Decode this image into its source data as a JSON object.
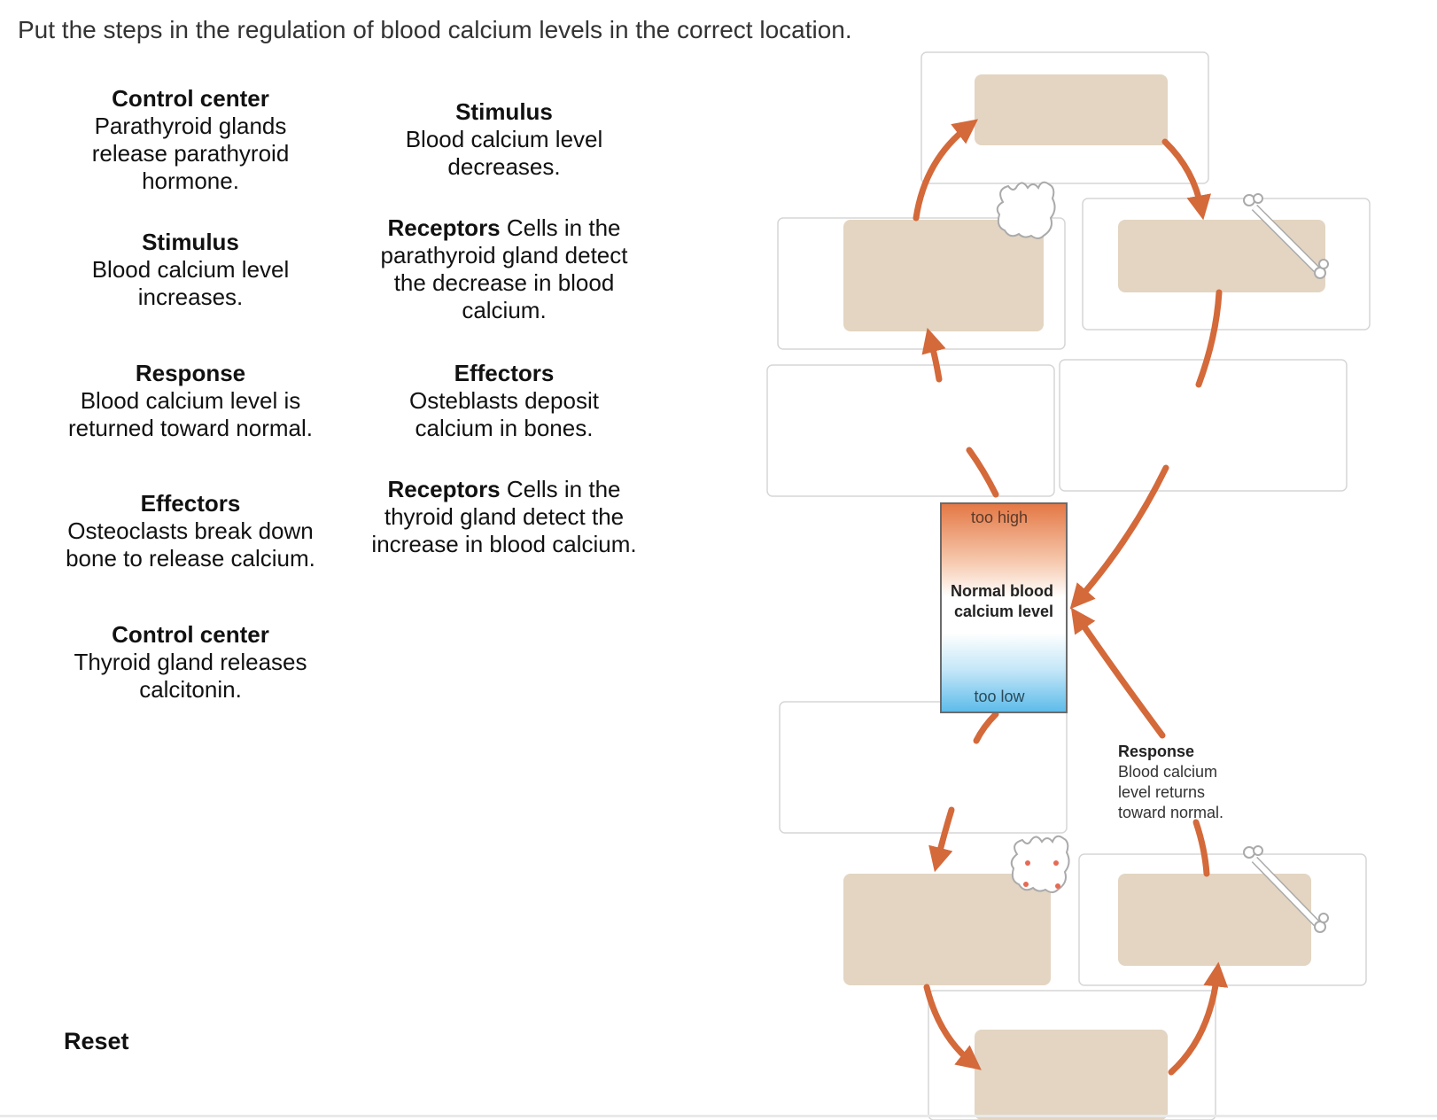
{
  "prompt": "Put the steps in the regulation of blood calcium levels in the correct location.",
  "cards": [
    {
      "title": "Control center",
      "text": "Parathyroid glands release parathyroid hormone."
    },
    {
      "title": "Stimulus",
      "text": "Blood calcium level decreases."
    },
    {
      "title": "Stimulus",
      "text": "Blood calcium level increases."
    },
    {
      "title": "Receptors",
      "text": "Cells in the parathyroid gland detect the decrease in blood calcium."
    },
    {
      "title": "Response",
      "text": "Blood calcium level is returned toward normal."
    },
    {
      "title": "Effectors",
      "text": "Osteblasts deposit calcium in bones."
    },
    {
      "title": "Effectors",
      "text": "Osteoclasts break down bone to release calcium."
    },
    {
      "title": "Receptors",
      "text": "Cells in the thyroid gland detect the increase in blood calcium."
    },
    {
      "title": "Control center",
      "text": "Thyroid gland releases calcitonin."
    }
  ],
  "reset_label": "Reset",
  "diagram": {
    "gauge": {
      "high": "too high",
      "normal_line1": "Normal blood",
      "normal_line2": "calcium level",
      "low": "too low"
    },
    "response": {
      "title": "Response",
      "lines": [
        "Blood calcium",
        "level returns",
        "toward normal."
      ]
    },
    "colors": {
      "arrow": "#d4693a",
      "slot": "#e3d5c2",
      "gauge_top": "#e47744",
      "gauge_bottom": "#5bbbe9"
    }
  }
}
